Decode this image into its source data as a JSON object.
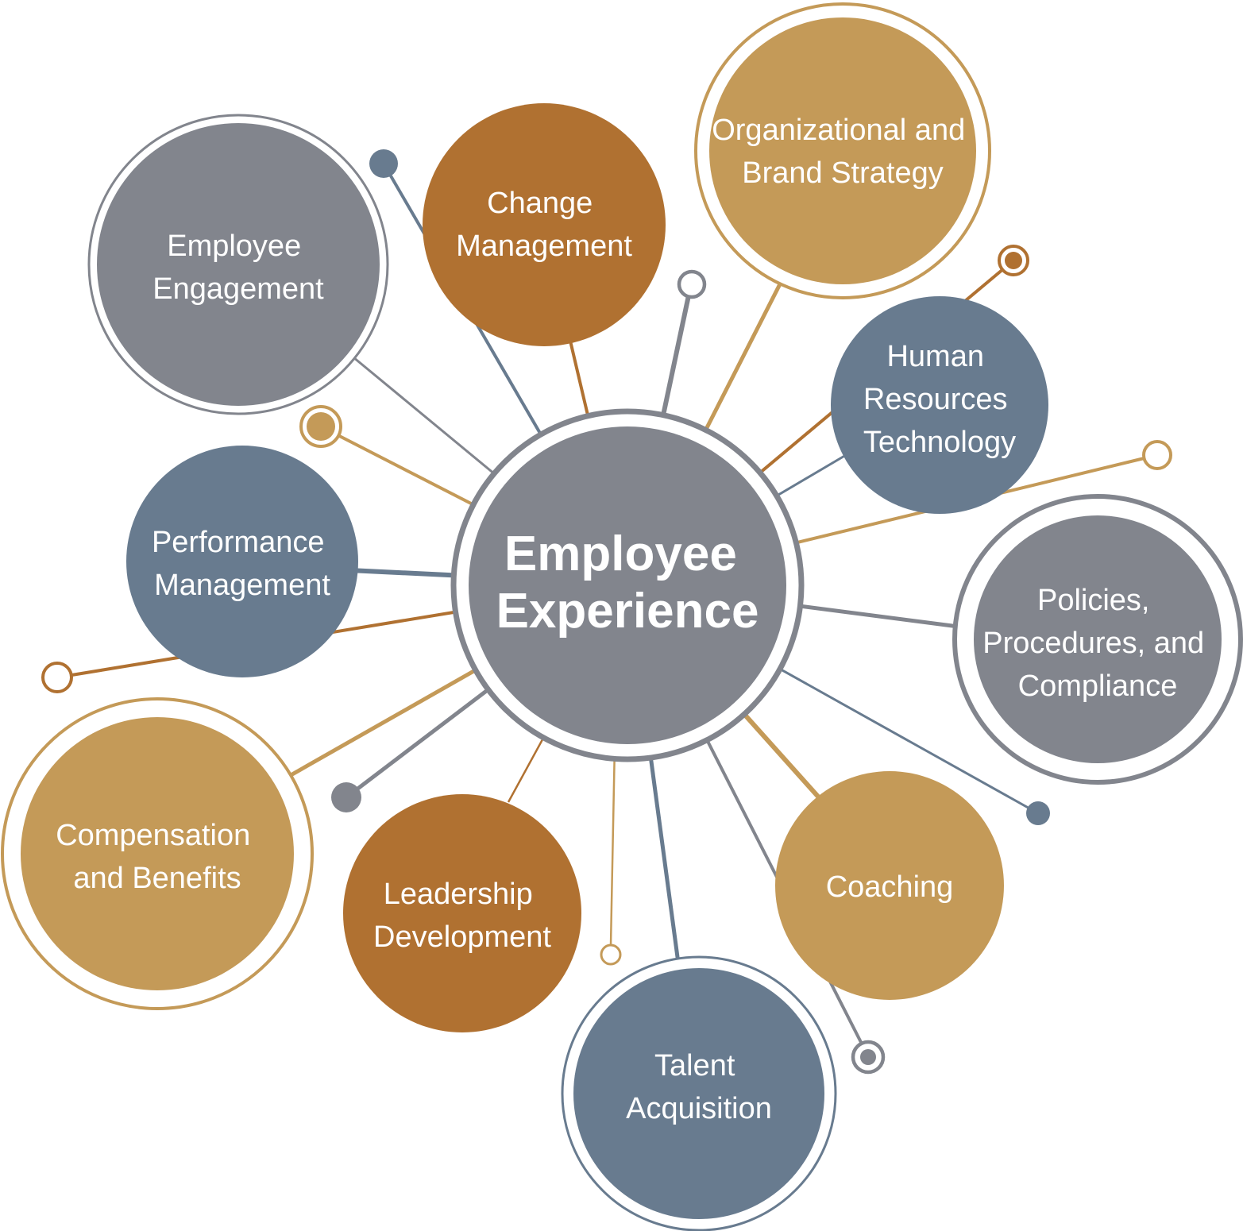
{
  "colors": {
    "gray": "#82858d",
    "slate": "#687b8f",
    "copper": "#b07131",
    "gold": "#c49a58",
    "white": "#ffffff"
  },
  "center": {
    "label_line1": "Employee",
    "label_line2": "Experience"
  },
  "nodes": [
    {
      "id": "employee-engagement",
      "lines": [
        "Employee",
        "Engagement"
      ]
    },
    {
      "id": "change-management",
      "lines": [
        "Change",
        "Management"
      ]
    },
    {
      "id": "organizational-brand-strategy",
      "lines": [
        "Organizational and",
        "Brand Strategy"
      ]
    },
    {
      "id": "hr-technology",
      "lines": [
        "Human",
        "Resources",
        "Technology"
      ]
    },
    {
      "id": "policies-procedures-compliance",
      "lines": [
        "Policies,",
        "Procedures, and",
        "Compliance"
      ]
    },
    {
      "id": "coaching",
      "lines": [
        "Coaching"
      ]
    },
    {
      "id": "talent-acquisition",
      "lines": [
        "Talent",
        "Acquisition"
      ]
    },
    {
      "id": "leadership-development",
      "lines": [
        "Leadership",
        "Development"
      ]
    },
    {
      "id": "compensation-benefits",
      "lines": [
        "Compensation",
        "and Benefits"
      ]
    },
    {
      "id": "performance-management",
      "lines": [
        "Performance",
        "Management"
      ]
    }
  ]
}
